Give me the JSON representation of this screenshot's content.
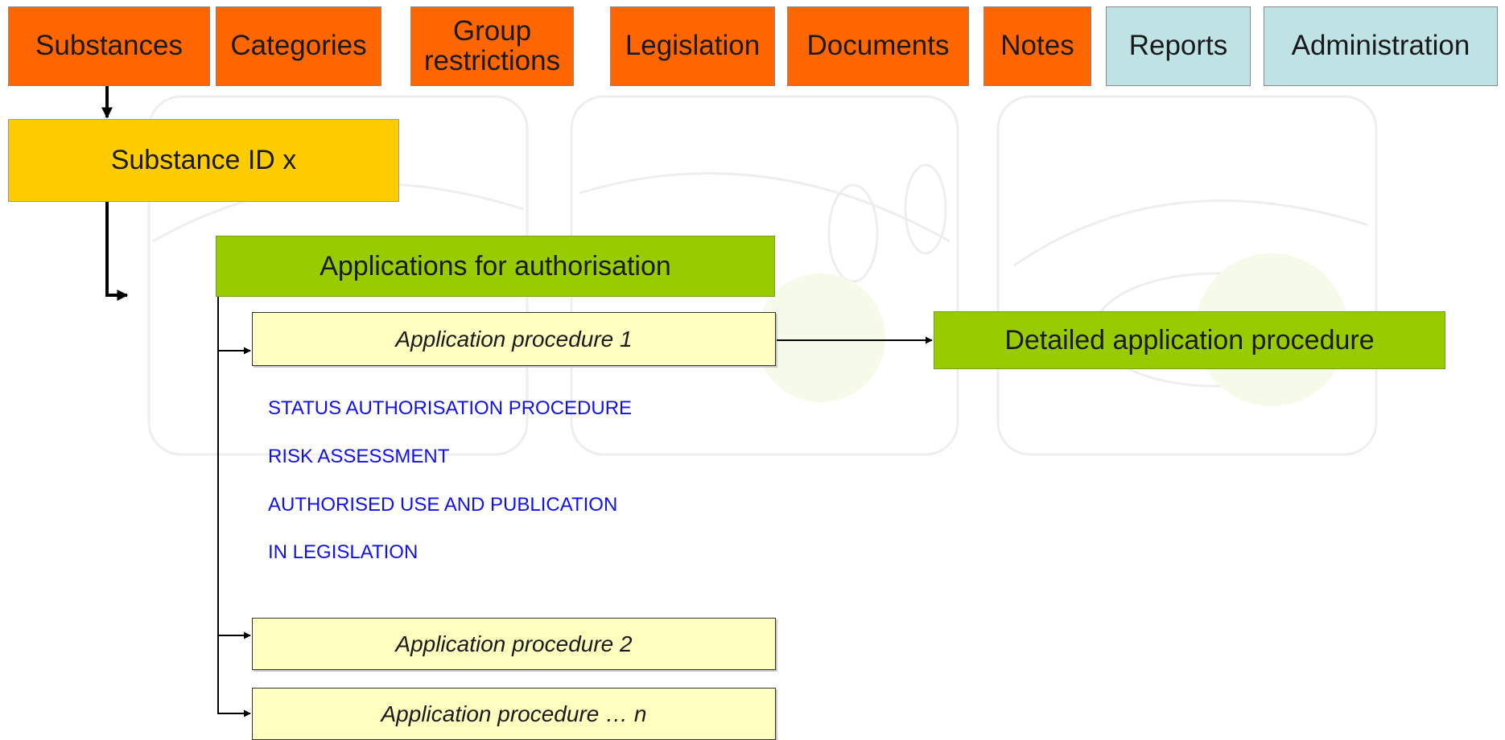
{
  "nav": {
    "substances": "Substances",
    "categories": "Categories",
    "group_restrictions_line1": "Group",
    "group_restrictions_line2": "restrictions",
    "legislation": "Legislation",
    "documents": "Documents",
    "notes": "Notes",
    "reports": "Reports",
    "administration": "Administration"
  },
  "substance_id": "Substance ID x",
  "applications": "Applications for authorisation",
  "procedures": {
    "p1": "Application procedure 1",
    "p2": "Application procedure 2",
    "pn": "Application procedure … n"
  },
  "detailed": "Detailed application procedure",
  "status_items": [
    "STATUS AUTHORISATION PROCEDURE",
    "RISK ASSESSMENT",
    "AUTHORISED USE AND PUBLICATION",
    "IN LEGISLATION"
  ],
  "colors": {
    "nav_orange": "#ff6600",
    "nav_blue": "#bfe2e4",
    "substance_yellow": "#ffcc00",
    "green": "#99cc00",
    "procedure_fill": "#ffffc0",
    "link_blue": "#1010f0"
  }
}
